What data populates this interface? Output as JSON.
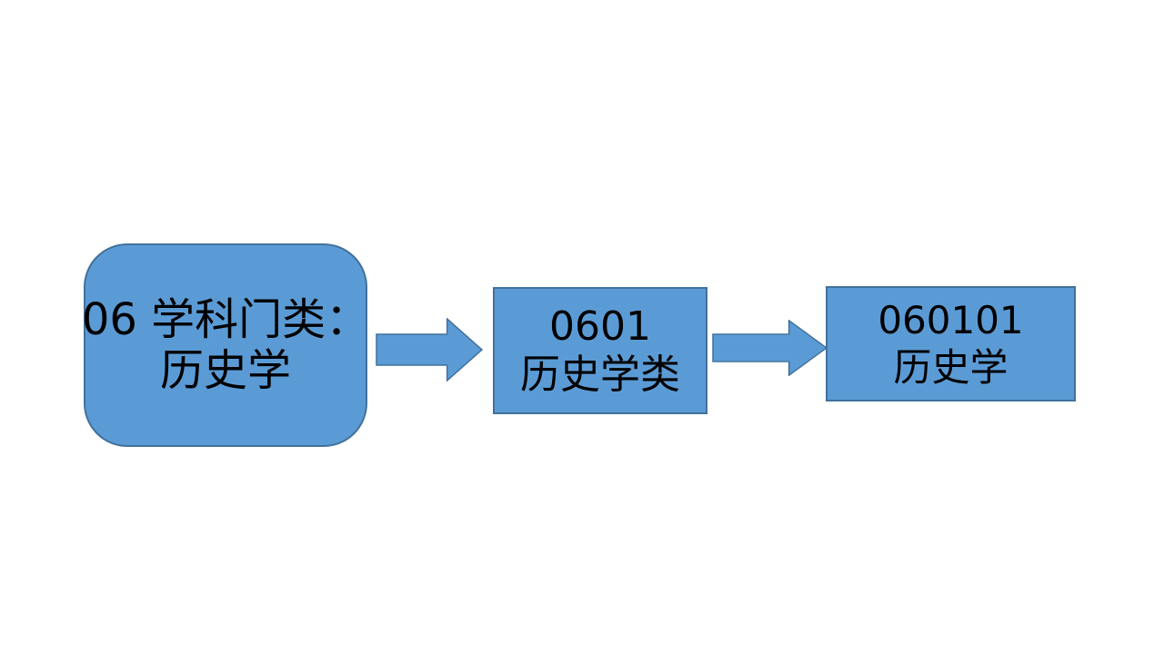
{
  "diagram": {
    "type": "flowchart",
    "direction": "left-to-right",
    "colors": {
      "node_fill": "#5B9BD5",
      "node_border": "#41719C",
      "arrow_fill": "#5B9BD5",
      "arrow_border": "#41719C",
      "text": "#000000",
      "background": "#FFFFFF"
    },
    "nodes": [
      {
        "id": "discipline-category",
        "shape": "rounded-rectangle",
        "lines": [
          "06 学科门类：",
          "历史学"
        ]
      },
      {
        "id": "discipline-class",
        "shape": "rectangle",
        "lines": [
          "0601",
          "历史学类"
        ]
      },
      {
        "id": "major",
        "shape": "rectangle",
        "lines": [
          "060101",
          "历史学"
        ]
      }
    ],
    "connectors": [
      {
        "from": "discipline-category",
        "to": "discipline-class",
        "shape": "right-block-arrow"
      },
      {
        "from": "discipline-class",
        "to": "major",
        "shape": "right-block-arrow"
      }
    ]
  }
}
